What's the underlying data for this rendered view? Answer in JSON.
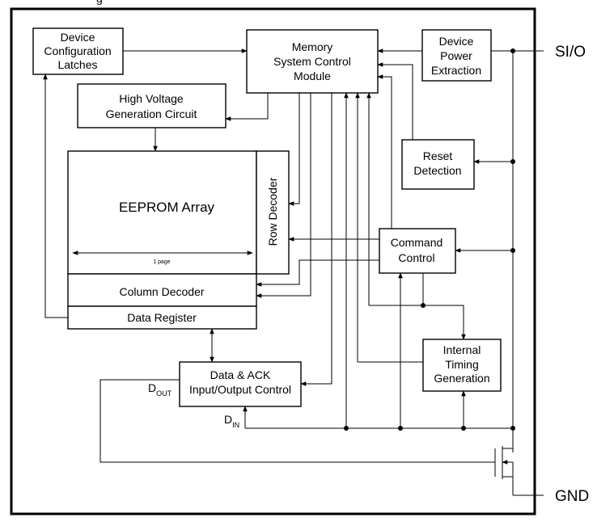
{
  "header_fragment": "g",
  "blocks": {
    "device_config": [
      "Device",
      "Configuration",
      "Latches"
    ],
    "memory_control": [
      "Memory",
      "System Control",
      "Module"
    ],
    "power_extraction": [
      "Device",
      "Power",
      "Extraction"
    ],
    "high_voltage": [
      "High Voltage",
      "Generation Circuit"
    ],
    "eeprom_array": "EEPROM Array",
    "page_label": "1 page",
    "row_decoder": "Row Decoder",
    "reset_detection": [
      "Reset",
      "Detection"
    ],
    "command_control": [
      "Command",
      "Control"
    ],
    "column_decoder": "Column Decoder",
    "data_register": "Data Register",
    "internal_timing": [
      "Internal",
      "Timing",
      "Generation"
    ],
    "data_ack": [
      "Data & ACK",
      "Input/Output Control"
    ]
  },
  "signals": {
    "dout_main": "D",
    "dout_sub": "OUT",
    "din_main": "D",
    "din_sub": "IN"
  },
  "pins": {
    "sio": "SI/O",
    "gnd": "GND"
  }
}
